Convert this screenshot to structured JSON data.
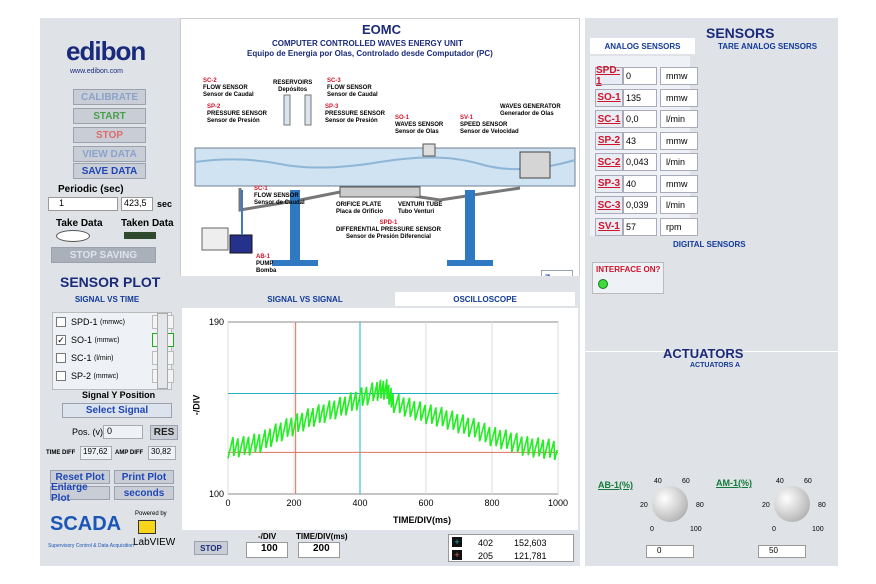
{
  "brand": {
    "logo": "edibon",
    "url": "www.edibon.com"
  },
  "controls": {
    "calibrate": "CALIBRATE",
    "start": "START",
    "stop": "STOP",
    "view_data": "VIEW DATA",
    "save_data": "SAVE DATA",
    "periodic_label": "Periodic (sec)",
    "periodic_value": "1",
    "periodic_secs": "423,5",
    "sec": "sec",
    "take_data": "Take  Data",
    "taken_data": "Taken Data",
    "stop_saving": "STOP SAVING"
  },
  "diagram": {
    "title": "EOMC",
    "subtitle1": "COMPUTER CONTROLLED WAVES ENERGY UNIT",
    "subtitle2": "Equipo de Energia por Olas, Controlado desde Computador (PC)",
    "labels": [
      {
        "code": "SC-2",
        "en": "FLOW SENSOR",
        "es": "Sensor de Caudal"
      },
      {
        "code": "RESERVOIRS",
        "en": "Depósitos",
        "es": ""
      },
      {
        "code": "SC-3",
        "en": "FLOW SENSOR",
        "es": "Sensor de Caudal"
      },
      {
        "code": "SP-2",
        "en": "PRESSURE SENSOR",
        "es": "Sensor de Presión"
      },
      {
        "code": "SP-3",
        "en": "PRESSURE SENSOR",
        "es": "Sensor de Presión"
      },
      {
        "code": "SO-1",
        "en": "WAVES SENSOR",
        "es": "Sensor de Olas"
      },
      {
        "code": "SV-1",
        "en": "SPEED SENSOR",
        "es": "Sensor de Velocidad"
      },
      {
        "code": "WAVES GENERATOR",
        "en": "Generador de Olas",
        "es": ""
      },
      {
        "code": "SC-1",
        "en": "FLOW SENSOR",
        "es": "Sensor de Caudal"
      },
      {
        "code": "ORIFICE PLATE",
        "en": "Placa de Orificio",
        "es": ""
      },
      {
        "code": "VENTURI TUBE",
        "en": "Tubo Venturi",
        "es": ""
      },
      {
        "code": "SPD-1",
        "en": "DIFFERENTIAL PRESSURE SENSOR",
        "es": "Sensor de Presión Diferencial"
      },
      {
        "code": "AB-1",
        "en": "PUMP",
        "es": "Bomba"
      }
    ],
    "zoom": "Zoom"
  },
  "sensors": {
    "title": "SENSORS",
    "tab_analog": "ANALOG SENSORS",
    "tab_tare": "TARE ANALOG SENSORS",
    "rows": [
      {
        "name": "SPD-1",
        "value": "0",
        "unit": "mmw"
      },
      {
        "name": "SO-1",
        "value": "135",
        "unit": "mmw"
      },
      {
        "name": "SC-1",
        "value": "0,0",
        "unit": "l/min"
      },
      {
        "name": "SP-2",
        "value": "43",
        "unit": "mmw"
      },
      {
        "name": "SC-2",
        "value": "0,043",
        "unit": "l/min"
      },
      {
        "name": "SP-3",
        "value": "40",
        "unit": "mmw"
      },
      {
        "name": "SC-3",
        "value": "0,039",
        "unit": "l/min"
      },
      {
        "name": "SV-1",
        "value": "57",
        "unit": "rpm"
      }
    ],
    "digital_title": "DIGITAL SENSORS",
    "interface": "INTERFACE ON?"
  },
  "actuators": {
    "title": "ACTUATORS",
    "subtitle": "ACTUATORS A",
    "knobs": [
      {
        "name": "AB-1(%)",
        "value": "0"
      },
      {
        "name": "AM-1(%)",
        "value": "50"
      }
    ],
    "scale": [
      "0",
      "20",
      "40",
      "60",
      "80",
      "100"
    ]
  },
  "plot": {
    "title": "SENSOR PLOT",
    "tabs": [
      "SIGNAL VS TIME",
      "SIGNAL VS SIGNAL",
      "OSCILLOSCOPE"
    ],
    "signals": [
      {
        "name": "SPD-1",
        "unit": "(mmwc)",
        "checked": false
      },
      {
        "name": "SO-1",
        "unit": "(mmwc)",
        "checked": true
      },
      {
        "name": "SC-1",
        "unit": "(l/min)",
        "checked": false
      },
      {
        "name": "SP-2",
        "unit": "(mmwc)",
        "checked": false
      }
    ],
    "signal_y": "Signal Y Position",
    "select_signal": "Select Signal",
    "pos_label": "Pos. (v)",
    "pos_value": "0",
    "res": "RES",
    "time_diff_label": "TIME DIFF",
    "time_diff": "197,62",
    "amp_diff_label": "AMP DIFF",
    "amp_diff": "30,82",
    "reset": "Reset Plot",
    "print": "Print Plot",
    "enlarge": "Enlarge Plot",
    "units": "seconds",
    "stop": "STOP",
    "vdiv_label": "-/DIV",
    "vdiv": "100",
    "tdiv_label": "TIME/DIV(ms)",
    "tdiv": "200",
    "cursor1_x": "402",
    "cursor1_y": "152,603",
    "cursor2_x": "205",
    "cursor2_y": "121,781",
    "scada": "SCADA",
    "scada_sub": "Supervisory Control & Data Acquisition",
    "powered": "Powered by",
    "labview": "LabVIEW"
  },
  "chart_data": {
    "type": "line",
    "xlabel": "TIME/DIV(ms)",
    "ylabel": "-/DIV",
    "xlim": [
      0,
      1000
    ],
    "ylim": [
      100,
      190
    ],
    "xticks": [
      "0",
      "200",
      "400",
      "600",
      "800",
      "1000"
    ],
    "yticks": [
      "100",
      "190"
    ],
    "series": [
      {
        "name": "SO-1",
        "color": "#22ee22",
        "x": [
          0,
          50,
          100,
          150,
          200,
          250,
          300,
          350,
          400,
          450,
          480,
          500,
          550,
          600,
          650,
          700,
          750,
          800,
          850,
          900,
          950,
          1000
        ],
        "y": [
          124,
          125,
          127,
          132,
          136,
          140,
          143,
          146,
          150,
          154,
          155,
          148,
          145,
          142,
          140,
          137,
          134,
          130,
          128,
          125,
          124,
          123
        ]
      }
    ],
    "cursors": [
      {
        "x": 400,
        "y": 152.6,
        "color": "#19b0c8"
      },
      {
        "x": 205,
        "y": 121.8,
        "color": "#e0705a"
      }
    ]
  }
}
